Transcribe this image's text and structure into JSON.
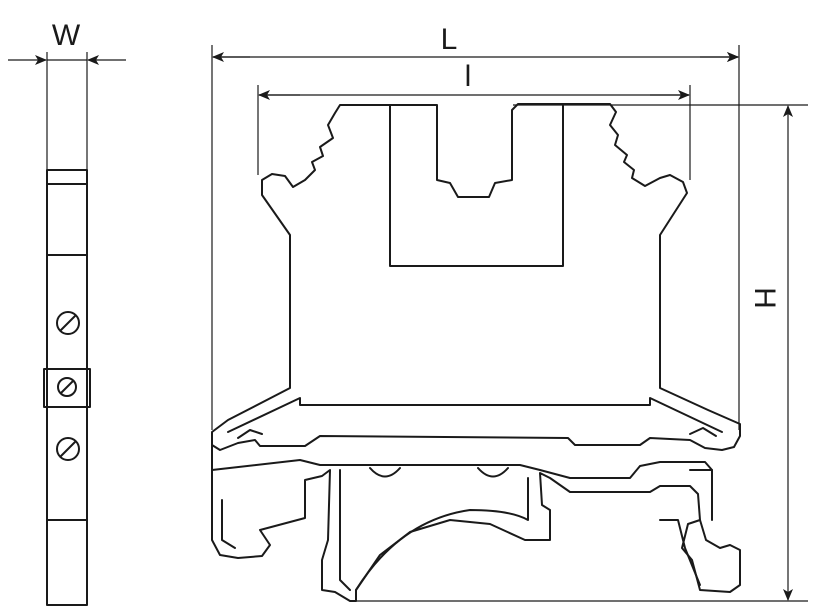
{
  "diagram": {
    "labels": {
      "width": "W",
      "length": "L",
      "inner_length": "l",
      "height": "H"
    }
  }
}
